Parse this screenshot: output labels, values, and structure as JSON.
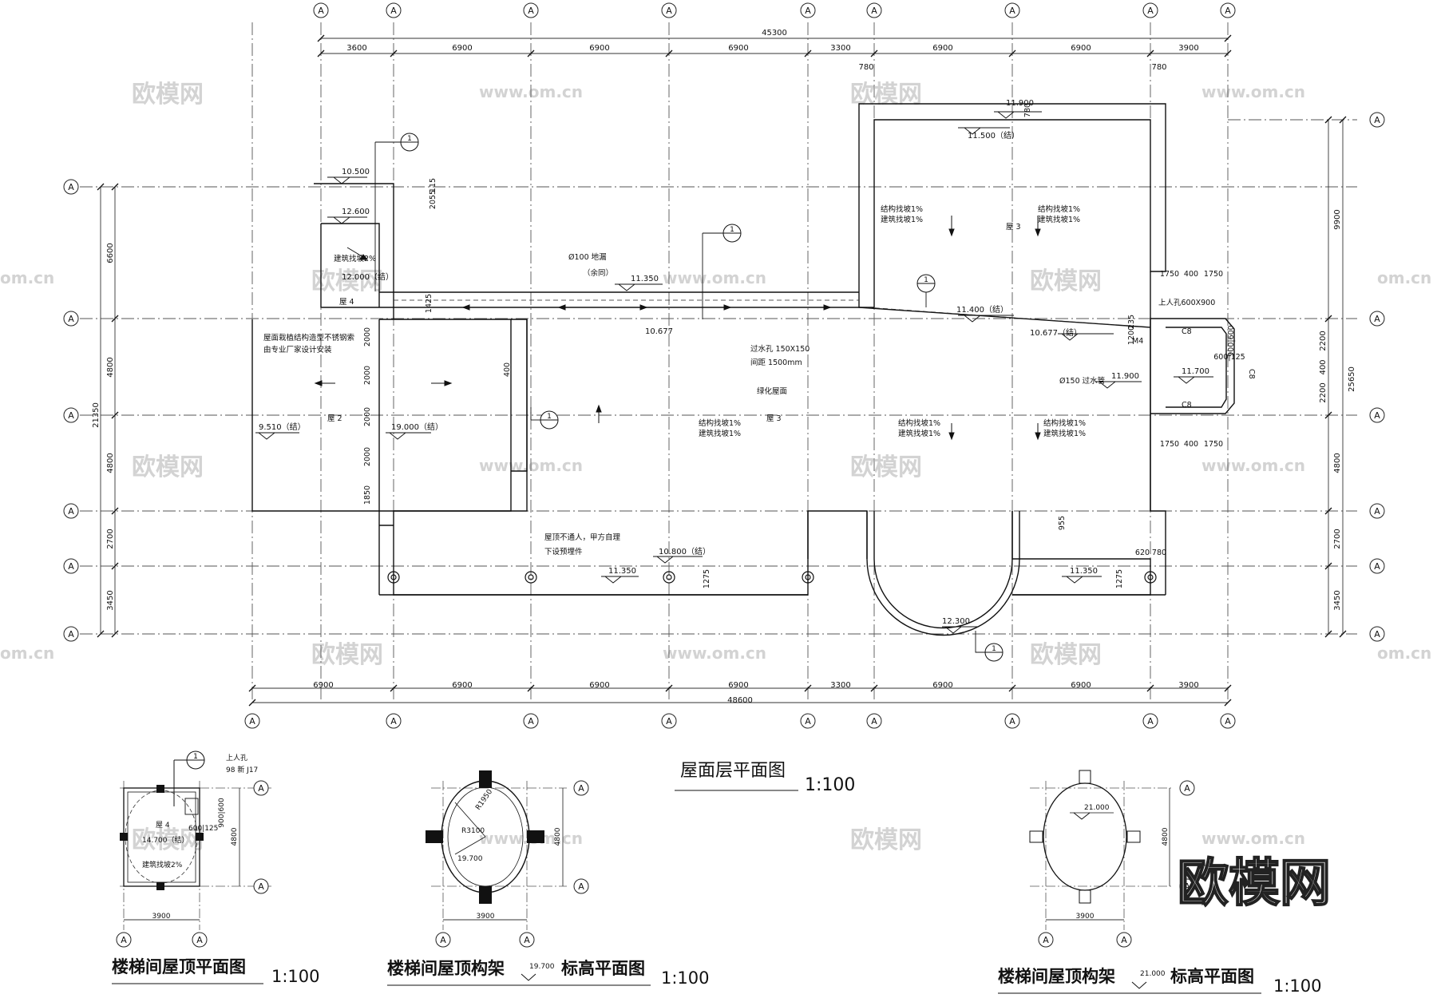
{
  "drawing": {
    "main_title": "屋面层平面图",
    "main_scale": "1:100",
    "sub1_title": "楼梯间屋顶平面图",
    "sub1_scale": "1:100",
    "sub2_title_a": "楼梯间屋顶构架",
    "sub2_elev": "19.700",
    "sub2_title_b": "标高平面图",
    "sub2_scale": "1:100",
    "sub3_title_a": "楼梯间屋顶构架",
    "sub3_elev": "21.000",
    "sub3_title_b": "标高平面图",
    "sub3_scale": "1:100",
    "grid_label": "A",
    "section_label": "1",
    "watermark_cn": "欧模网",
    "watermark_url": "www.om.cn",
    "watermark_short": "om.cn"
  },
  "dims": {
    "top_total": "45300",
    "top": [
      "3600",
      "6900",
      "6900",
      "6900",
      "3300",
      "6900",
      "6900",
      "3900"
    ],
    "top_780a": "780",
    "top_780b": "780",
    "bottom_total": "48600",
    "bottom": [
      "6900",
      "6900",
      "6900",
      "6900",
      "3300",
      "6900",
      "6900",
      "3900"
    ],
    "left_total": "21350",
    "left": [
      "6600",
      "4800",
      "4800",
      "2700",
      "3450"
    ],
    "right": [
      "9900",
      "2200",
      "400",
      "2200",
      "4800",
      "2700",
      "3450"
    ],
    "right_total": "25650",
    "inner": {
      "d2055": "2055",
      "d115": "115",
      "d1425": "1425",
      "d2000a": "2000",
      "d2000b": "2000",
      "d2000c": "2000",
      "d2000d": "2000",
      "d1850": "1850",
      "d780side": "780",
      "d955": "955",
      "d620": "620",
      "d780c": "780",
      "d1275a": "1275",
      "d1275b": "1275",
      "d400": "400",
      "d1200": "1200",
      "d235": "235",
      "d1750a": "1750",
      "d400a": "400",
      "d1750b": "1750",
      "d1750c": "1750",
      "d400b": "400",
      "d1750d": "1750",
      "d900_600": "900|600",
      "d600_125": "600|125"
    }
  },
  "elevations": {
    "e10500": "10.500",
    "e12600": "12.600",
    "e12000": "12.000（结）",
    "e11350a": "11.350",
    "e10677a": "10.677",
    "e11900": "11.900",
    "e11500": "11.500（结）",
    "e11400": "11.400（结）",
    "e10677b": "10.677（结）",
    "e11900b": "11.900",
    "e11700": "11.700",
    "e9510": "9.510（结）",
    "e19000": "19.000（结）",
    "e10800": "10.800（结）",
    "e11350b": "11.350",
    "e11350c": "11.350",
    "e12300": "12.300"
  },
  "notes": {
    "n_drain": "Ø100 地漏",
    "n_drain2": "（余同）",
    "n_hole": "过水孔 150X150",
    "n_hole2": "间距 1500mm",
    "n_green": "绿化屋面",
    "n_planting1": "屋面栽植结构造型不锈钢索",
    "n_planting2": "由专业厂家设计安装",
    "n_slope_b": "建筑找坡2%",
    "n_s1": "结构找坡1%",
    "n_s2": "建筑找坡1%",
    "n_access": "上人孔600X900",
    "n_downpipe": "Ø150 过水管",
    "n_unused1": "屋顶不通人，甲方自理",
    "n_unused2": "下设预埋件",
    "roof2": "屋 2",
    "roof3": "屋 3",
    "roof4": "屋 4",
    "c8": "C8",
    "m4": "M4",
    "sub1_access": "上人孔",
    "sub1_ref": "98 新 J17",
    "sub1_elev": "14.700（结）",
    "sub1_slope": "建筑找坡2%",
    "sub1_roof": "屋 4",
    "sub1_w": "3900",
    "sub1_h": "4800",
    "sub1_d": "900|600",
    "sub1_d2": "600|125",
    "sub2_r1": "R1950",
    "sub2_r2": "R3100",
    "sub2_e": "19.700",
    "sub2_w": "3900",
    "sub2_h": "4800",
    "sub3_e": "21.000",
    "sub3_w": "3900",
    "sub3_h": "4800"
  }
}
